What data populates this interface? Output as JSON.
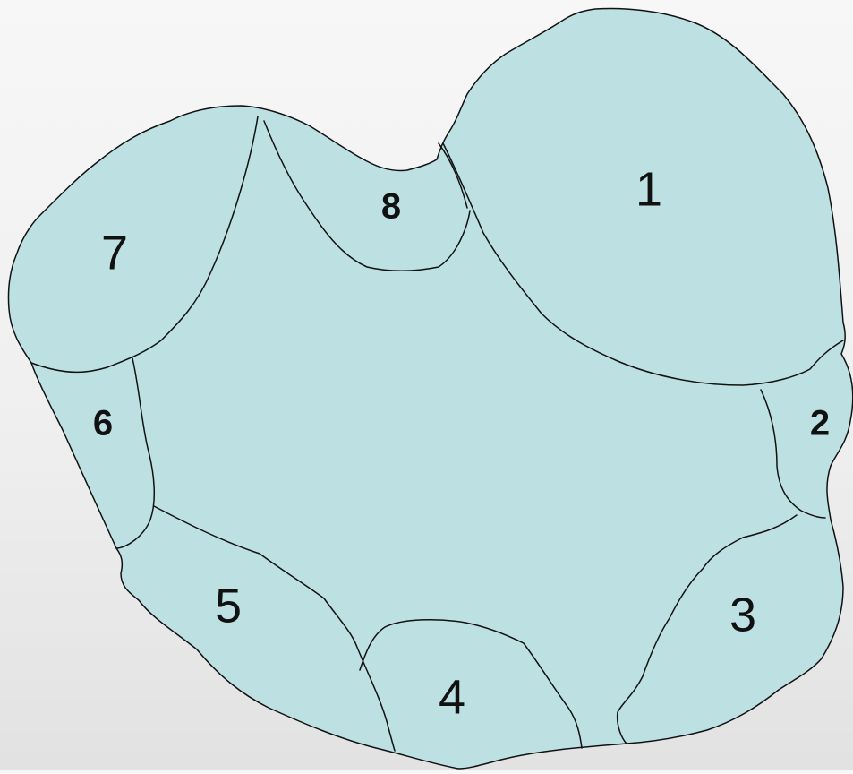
{
  "diagram": {
    "colors": {
      "fill": "#bde0e3",
      "stroke": "#111111",
      "background": "#f2f2f2"
    },
    "regions": [
      {
        "id": "region-1",
        "label": "1",
        "weight": "normal"
      },
      {
        "id": "region-2",
        "label": "2",
        "weight": "bold"
      },
      {
        "id": "region-3",
        "label": "3",
        "weight": "normal"
      },
      {
        "id": "region-4",
        "label": "4",
        "weight": "normal"
      },
      {
        "id": "region-5",
        "label": "5",
        "weight": "normal"
      },
      {
        "id": "region-6",
        "label": "6",
        "weight": "bold"
      },
      {
        "id": "region-7",
        "label": "7",
        "weight": "normal"
      },
      {
        "id": "region-8",
        "label": "8",
        "weight": "bold"
      }
    ]
  }
}
